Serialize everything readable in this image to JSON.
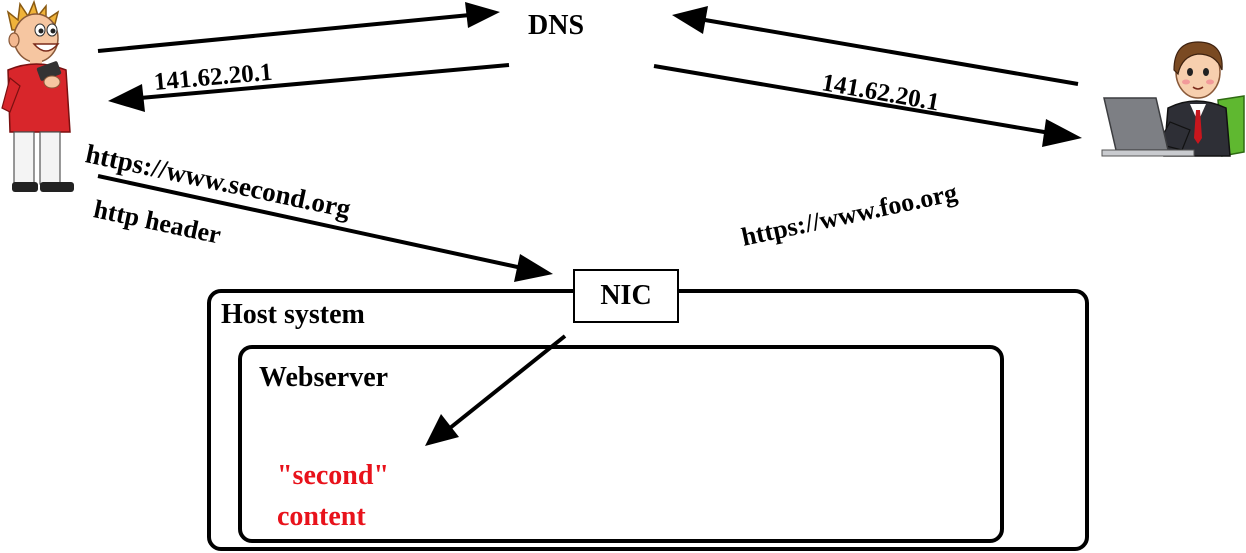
{
  "dns_label": "DNS",
  "ip_left": "141.62.20.1",
  "ip_right": "141.62.20.1",
  "url_second": "https://www.second.org",
  "http_header": "http header",
  "url_foo": "https://www.foo.org",
  "nic_label": "NIC",
  "host_title": "Host system",
  "webserver_title": "Webserver",
  "content_line1": "\"second\"",
  "content_line2": "content",
  "colors": {
    "content": "#e8121b",
    "stroke": "#000000",
    "shirt_red": "#d8262b",
    "suit_dark": "#2e2f36",
    "laptop_gray": "#7d7f84",
    "chair_green": "#5fb830"
  },
  "icons": {
    "left_user": "boy-with-phone-icon",
    "right_user": "businessman-at-laptop-icon"
  }
}
